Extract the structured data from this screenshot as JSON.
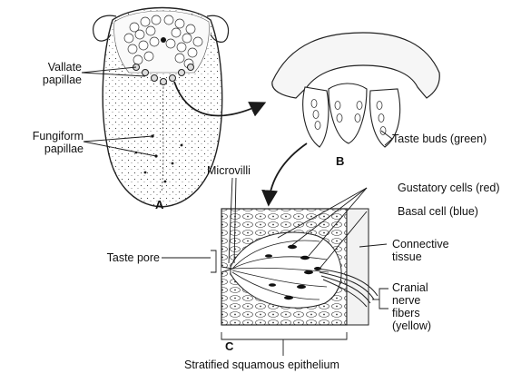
{
  "panels": {
    "a": "A",
    "b": "B",
    "c": "C"
  },
  "labels": {
    "vallate_line1": "Vallate",
    "vallate_line2": "papillae",
    "fungiform_line1": "Fungiform",
    "fungiform_line2": "papillae",
    "taste_buds": "Taste buds (green)",
    "microvilli": "Microvilli",
    "gustatory": "Gustatory cells (red)",
    "basal": "Basal cell (blue)",
    "taste_pore": "Taste pore",
    "connective_line1": "Connective",
    "connective_line2": "tissue",
    "cranial_line1": "Cranial",
    "cranial_line2": "nerve",
    "cranial_line3": "fibers",
    "cranial_line4": "(yellow)",
    "epithelium": "Stratified squamous epithelium"
  },
  "colors": {
    "ink": "#1a1a1a",
    "tissue": "#f4f4f4",
    "background": "#ffffff"
  }
}
